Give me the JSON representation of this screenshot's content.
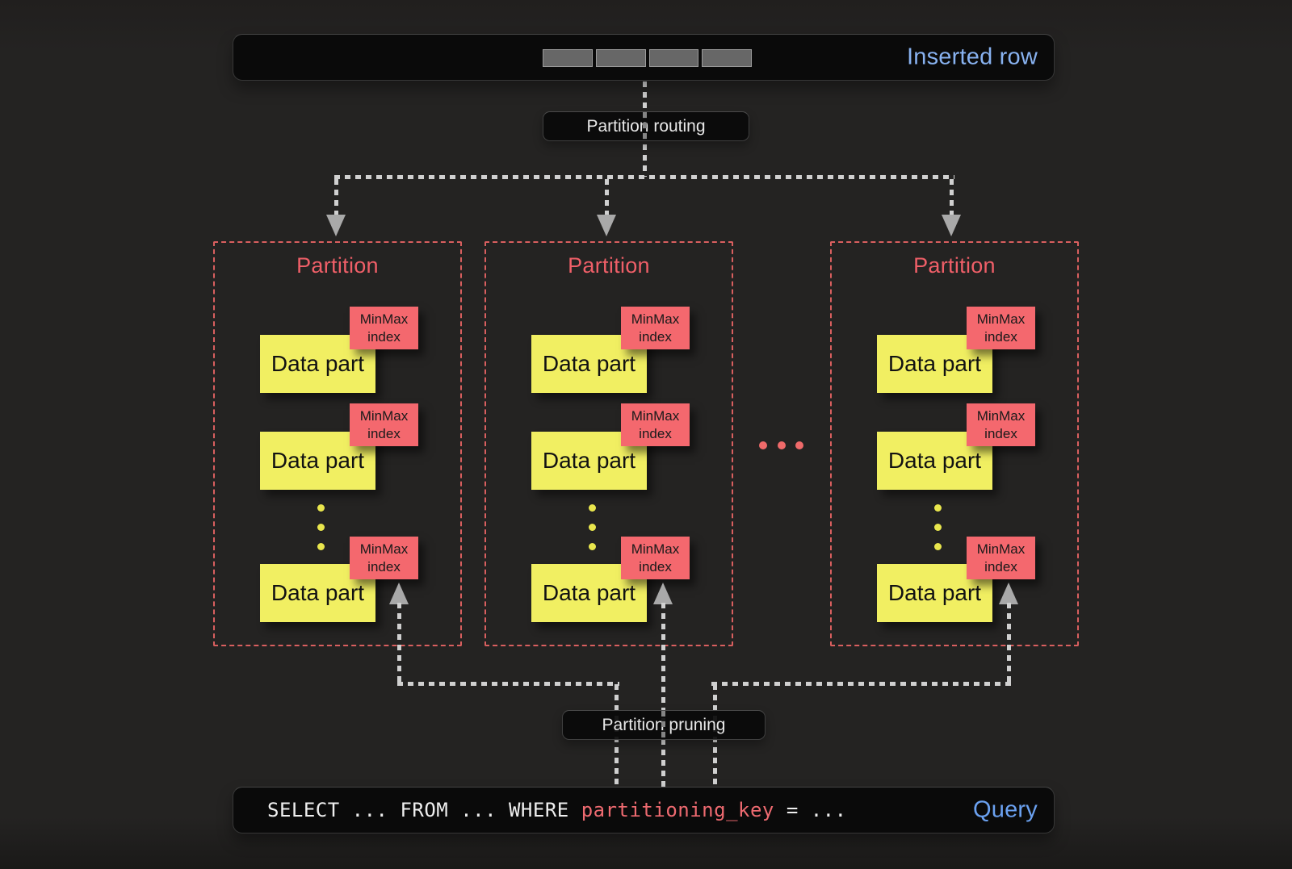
{
  "colors": {
    "background": "#242322",
    "bar_background": "#0a0a0a",
    "accent_blue_inserted": "#88b2f0",
    "accent_blue_query": "#6ba1f0",
    "partition_border_red": "#d95f5f",
    "partition_title_red": "#ef5f68",
    "data_part_yellow": "#f1ef62",
    "minmax_index_red": "#f4686e",
    "query_key_red": "#ee6a70",
    "connector_gray": "#d0d0d0",
    "arrow_gray": "#a9a9a9",
    "segment_gray": "#676767"
  },
  "top_bar": {
    "label": "Inserted row",
    "segment_count": 4
  },
  "routing": {
    "label": "Partition routing"
  },
  "pruning": {
    "label": "Partition pruning"
  },
  "partitions": [
    {
      "title": "Partition",
      "parts": [
        {
          "label": "Data part",
          "index_label": "MinMax index"
        },
        {
          "label": "Data part",
          "index_label": "MinMax index"
        },
        {
          "label": "Data part",
          "index_label": "MinMax index"
        }
      ]
    },
    {
      "title": "Partition",
      "parts": [
        {
          "label": "Data part",
          "index_label": "MinMax index"
        },
        {
          "label": "Data part",
          "index_label": "MinMax index"
        },
        {
          "label": "Data part",
          "index_label": "MinMax index"
        }
      ]
    },
    {
      "title": "Partition",
      "parts": [
        {
          "label": "Data part",
          "index_label": "MinMax index"
        },
        {
          "label": "Data part",
          "index_label": "MinMax index"
        },
        {
          "label": "Data part",
          "index_label": "MinMax index"
        }
      ]
    }
  ],
  "query": {
    "text_before": "SELECT ... FROM ... WHERE ",
    "key": "partitioning_key",
    "text_after": " = ...",
    "label": "Query"
  }
}
